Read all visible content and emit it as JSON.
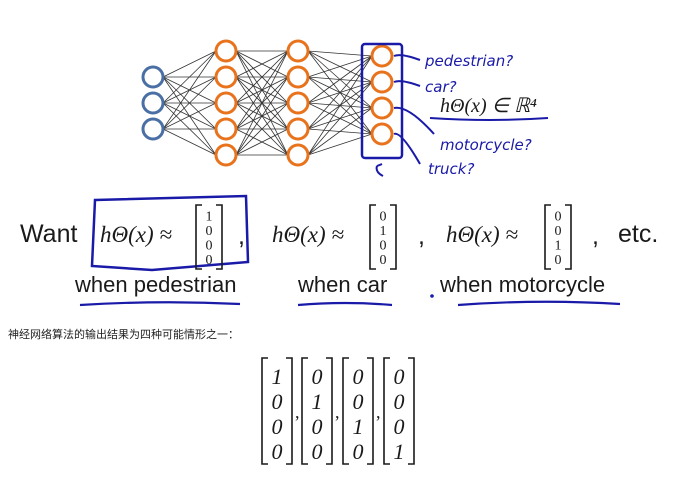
{
  "network": {
    "layers": [
      3,
      5,
      5,
      4
    ],
    "colors": {
      "input": "#4a6fa5",
      "hidden": "#e8731c",
      "output": "#e8731c",
      "edge": "#333333",
      "ink": "#1a1aa8"
    },
    "output_labels": [
      "pedestrian?",
      "car?",
      "motorcycle?",
      "truck?"
    ],
    "hypothesis": "hΘ(x) ∈ ℝ⁴"
  },
  "slide": {
    "want": "Want",
    "hyp": "hΘ(x) ≈",
    "vectors": [
      [
        1,
        0,
        0,
        0
      ],
      [
        0,
        1,
        0,
        0
      ],
      [
        0,
        0,
        1,
        0
      ]
    ],
    "comma": ",",
    "etc": "etc.",
    "cases": [
      "when pedestrian",
      "when car",
      "when motorcycle"
    ]
  },
  "caption": "神经网络算法的输出结果为四种可能情形之一：",
  "outputs": {
    "vectors": [
      [
        1,
        0,
        0,
        0
      ],
      [
        0,
        1,
        0,
        0
      ],
      [
        0,
        0,
        1,
        0
      ],
      [
        0,
        0,
        0,
        1
      ]
    ],
    "separator": ","
  }
}
